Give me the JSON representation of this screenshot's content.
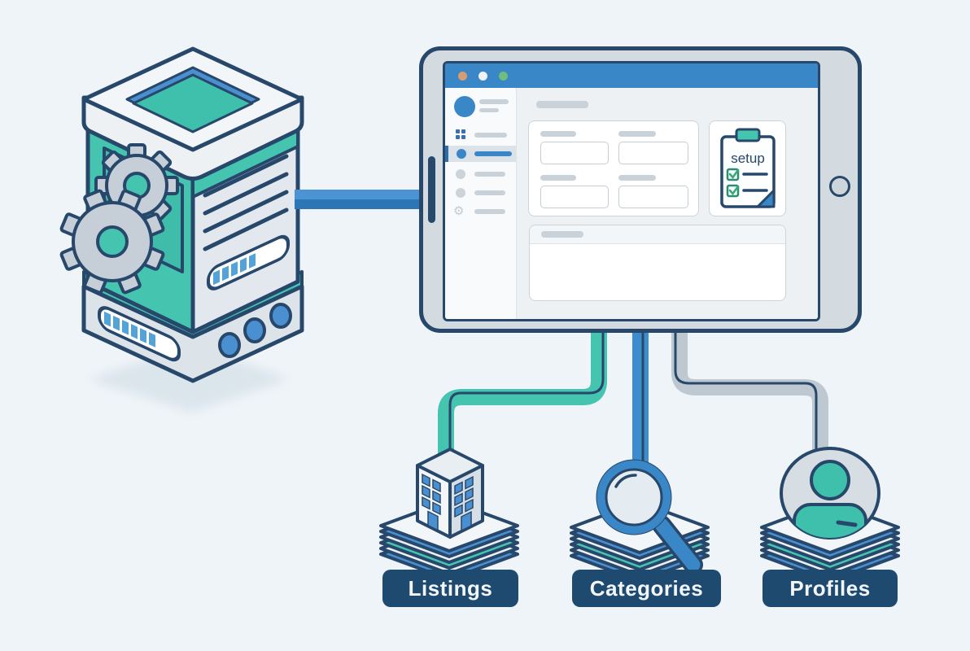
{
  "diagram": {
    "title": "directory platform setup illustration",
    "background_color": "#eef4f8",
    "colors": {
      "outline_navy": "#27476b",
      "teal": "#45c4b0",
      "blue": "#3a87c8",
      "pipe_blue": "#3d8ccd",
      "pipe_gray": "#bdc8d0",
      "frame_gray": "#d3dbe1",
      "label_navy": "#1e4a70",
      "window_blue": "#4a90d1"
    },
    "server": {
      "icon": "database-server-icon",
      "gear_count": 2,
      "port_count": 3,
      "progress_bars": 2
    },
    "connection": {
      "type": "server-to-tablet-cable",
      "color": "#4b93d2"
    },
    "tablet": {
      "icon": "tablet-device-icon",
      "titlebar_dots": [
        "#d69c72",
        "#f0f2f4",
        "#71bd7e"
      ],
      "sidebar": {
        "avatar_color": "#3a87c8",
        "item_count": 5,
        "active_item_index": 1
      },
      "setup_card": {
        "label": "setup",
        "checklist_item_count": 2,
        "check_color": "#3aa876",
        "clip_color": "#45c4b0"
      }
    },
    "nodes": [
      {
        "id": "listings",
        "label": "Listings",
        "icon": "building-icon",
        "connector_color": "#45c4b0"
      },
      {
        "id": "categories",
        "label": "Categories",
        "icon": "magnifier-icon",
        "connector_color": "#3d8ccd"
      },
      {
        "id": "profiles",
        "label": "Profiles",
        "icon": "user-avatar-icon",
        "connector_color": "#bdc8d0"
      }
    ]
  }
}
